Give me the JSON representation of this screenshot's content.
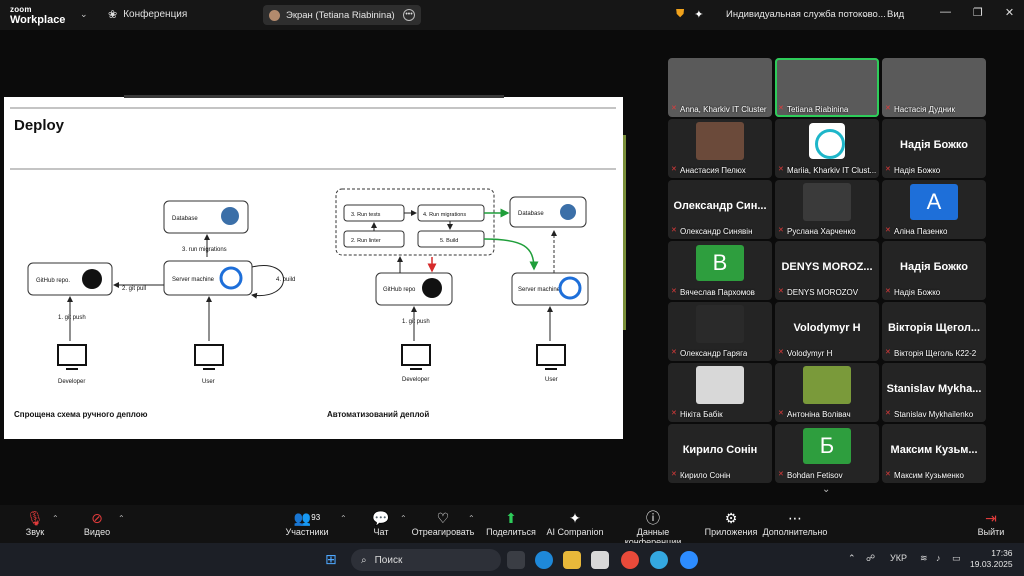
{
  "titlebar": {
    "logo_line1": "zoom",
    "logo_line2": "Workplace",
    "conference_label": "Конференция",
    "screen_share_label": "Экран (Tetiana Riabinina)",
    "service_label": "Индивидуальная служба потоково...",
    "view_label": "Вид"
  },
  "slide": {
    "title": "Deploy",
    "left": {
      "database": "Database",
      "run_migrations": "3. run migrations",
      "github": "GitHub repo.",
      "git_pull": "2. git pull",
      "server": "Server machine",
      "build": "4. build",
      "git_push": "1. git push",
      "developer": "Developer",
      "user": "User",
      "caption": "Спрощена схема ручного деплою"
    },
    "right": {
      "run_tests": "3. Run tests",
      "run_migrations": "4. Run migrations",
      "run_linter": "2. Run linter",
      "build": "5. Build",
      "database": "Database",
      "github": "GitHub repo",
      "server": "Server machine",
      "git_push": "1. git push",
      "developer": "Developer",
      "user": "User",
      "caption": "Автоматизований деплой"
    }
  },
  "participants": [
    {
      "name": "Anna, Kharkiv IT Cluster",
      "type": "video"
    },
    {
      "name": "Tetiana Riabinina",
      "type": "video",
      "active": true
    },
    {
      "name": "Настасія Дудник",
      "type": "video"
    },
    {
      "name": "Анастасия Пелюх",
      "type": "photo"
    },
    {
      "name": "Mariia, Kharkiv IT Clust...",
      "type": "logo"
    },
    {
      "name": "Надія Божко",
      "display": "Надія Божко",
      "type": "text"
    },
    {
      "name": "Олександр Синявін",
      "display": "Олександр Син...",
      "type": "text"
    },
    {
      "name": "Руслана Харченко",
      "type": "photo"
    },
    {
      "name": "Аліна Пазенко",
      "initial": "А",
      "type": "initial",
      "color": "#1e6fd9"
    },
    {
      "name": "Вячеслав Пархомов",
      "initial": "В",
      "type": "initial",
      "color": "#2e9e3e"
    },
    {
      "name": "DENYS MOROZOV",
      "display": "DENYS MOROZ...",
      "type": "text"
    },
    {
      "name": "Надія Божко",
      "display": "Надія Божко",
      "type": "text"
    },
    {
      "name": "Олександр Гаряга",
      "type": "photo"
    },
    {
      "name": "Volodymyr H",
      "display": "Volodymyr H",
      "type": "text"
    },
    {
      "name": "Вікторія Щеголь К22-2",
      "display": "Вікторія Щегол...",
      "type": "text"
    },
    {
      "name": "Нікіта Бабік",
      "type": "photo"
    },
    {
      "name": "Антоніна Волівач",
      "type": "photo"
    },
    {
      "name": "Stanislav Mykhailenko",
      "display": "Stanislav Mykha...",
      "type": "text"
    },
    {
      "name": "Кирило Сонін",
      "display": "Кирило Сонін",
      "type": "text"
    },
    {
      "name": "Bohdan Fetisov",
      "initial": "Б",
      "type": "initial",
      "color": "#2e9e3e"
    },
    {
      "name": "Максим Кузьменко",
      "display": "Максим Кузьм...",
      "type": "text"
    }
  ],
  "toolbar": {
    "audio": "Звук",
    "video": "Видео",
    "participants_count": "93",
    "participants": "Участники",
    "chat": "Чат",
    "react": "Отреагировать",
    "share": "Поделиться",
    "ai": "AI Companion",
    "info": "Данные конференции",
    "apps": "Приложения",
    "more": "Дополнительно",
    "leave": "Выйти"
  },
  "taskbar": {
    "search_placeholder": "Поиск",
    "lang": "УКР",
    "time": "17:36",
    "date": "19.03.2025"
  }
}
